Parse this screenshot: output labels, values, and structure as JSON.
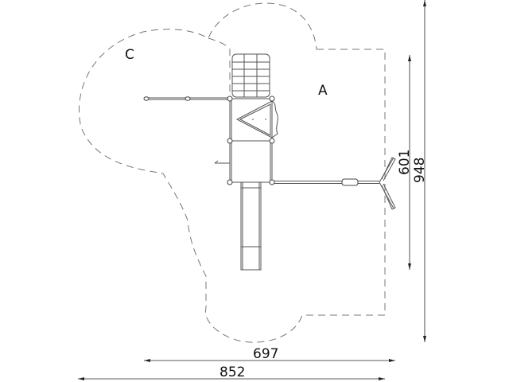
{
  "zones": {
    "zone_a": "A",
    "zone_c": "C"
  },
  "dimensions": {
    "width_inner": "697",
    "width_total": "852",
    "height_inner": "601",
    "height_total": "948"
  },
  "colors": {
    "line": "#555555",
    "dash": "#777777",
    "text": "#111111"
  }
}
